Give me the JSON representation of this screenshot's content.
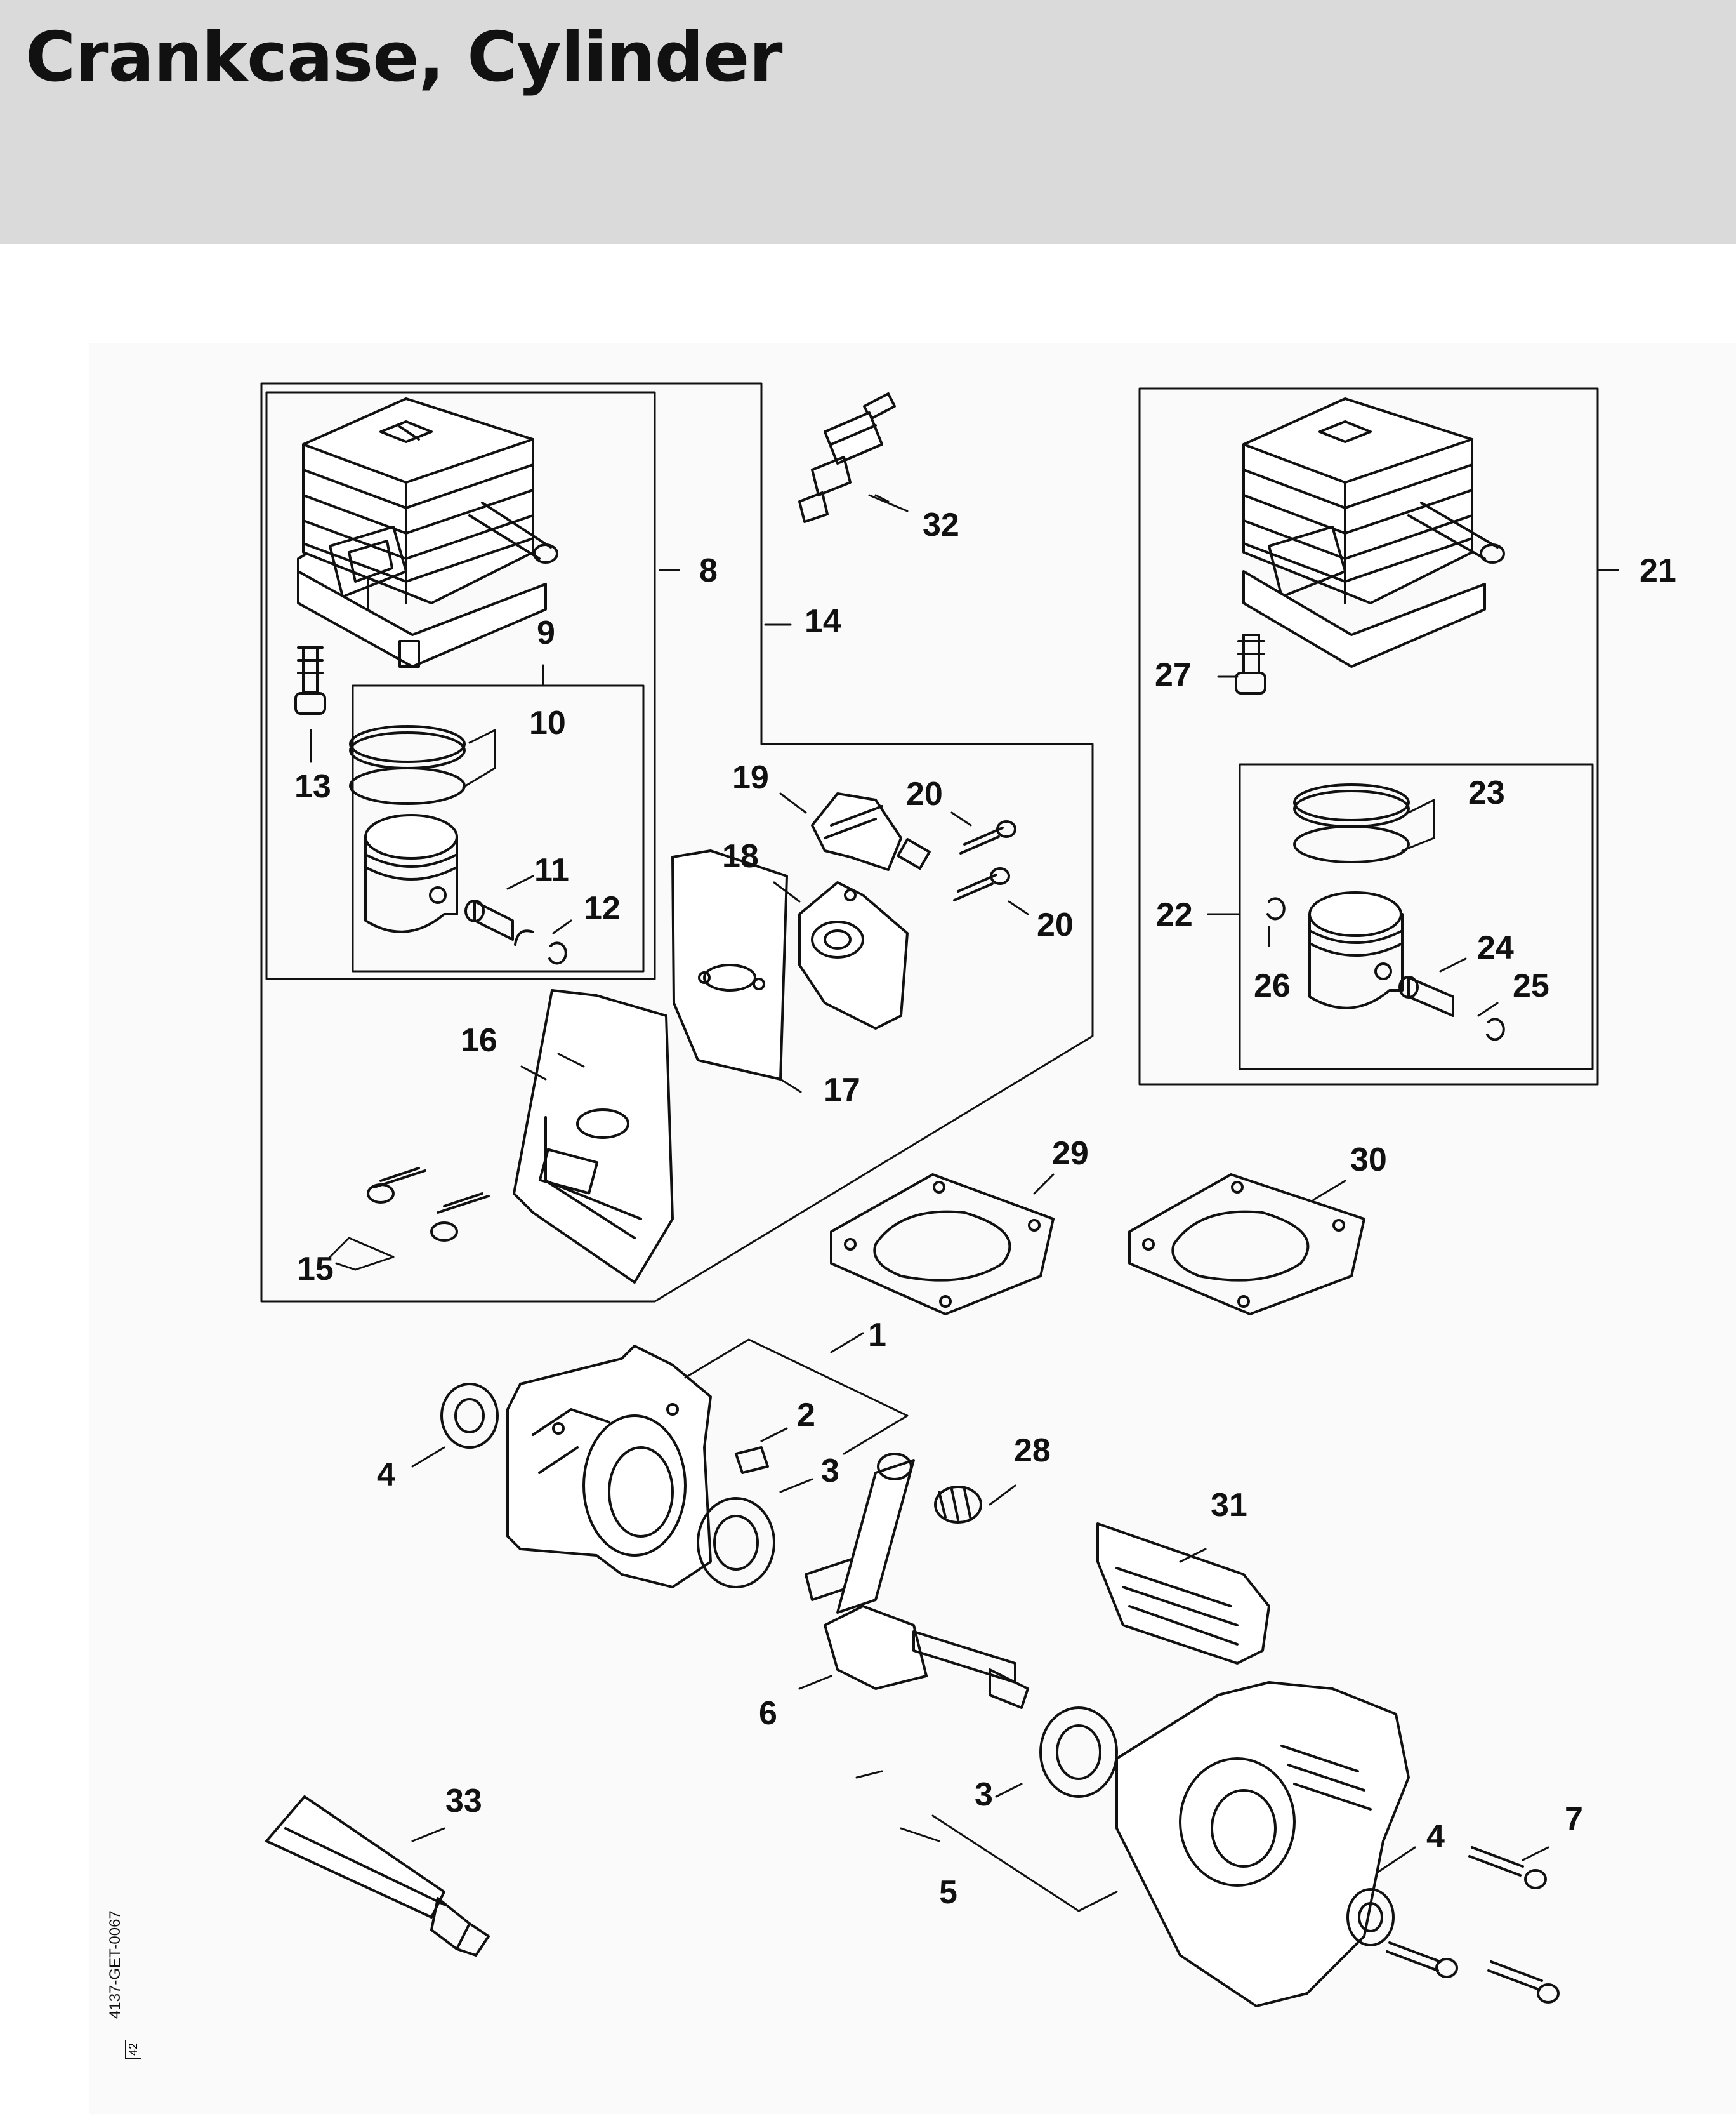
{
  "page": {
    "title": "Crankcase, Cylinder"
  },
  "drawing": {
    "code": "4137-GET-0067",
    "sub": "42"
  },
  "labels": [
    "1",
    "2",
    "3",
    "3",
    "4",
    "4",
    "5",
    "6",
    "7",
    "8",
    "9",
    "10",
    "11",
    "12",
    "13",
    "14",
    "15",
    "16",
    "17",
    "18",
    "19",
    "20",
    "20",
    "21",
    "22",
    "23",
    "24",
    "25",
    "26",
    "27",
    "28",
    "29",
    "30",
    "31",
    "32",
    "33"
  ]
}
